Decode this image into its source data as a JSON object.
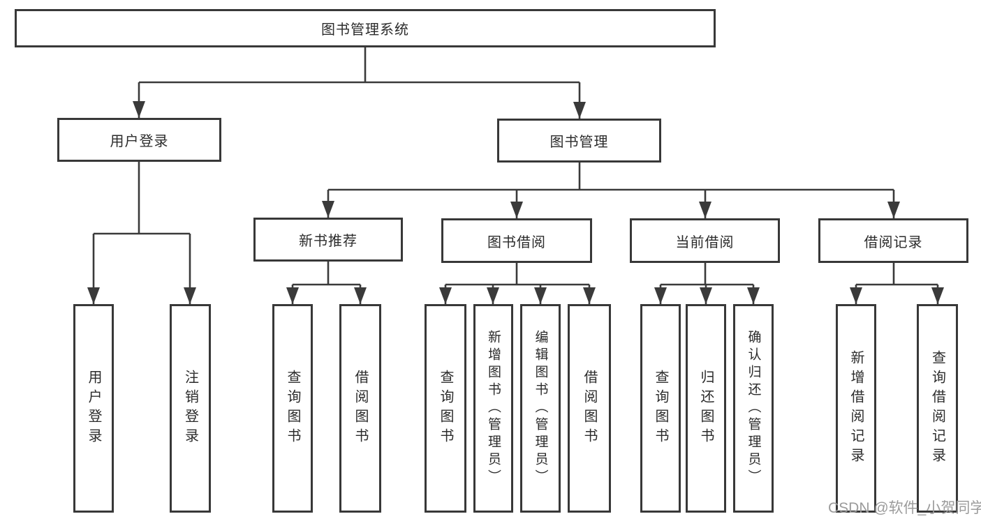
{
  "colors": {
    "background": "#ffffff",
    "line": "#3a3a3a",
    "box_border": "#383838",
    "text": "#2b2b2b",
    "watermark": "#9b9b9b"
  },
  "watermark": "CSDN @软件_小贺同学",
  "diagram": {
    "type": "tree",
    "root": {
      "label": "图书管理系统",
      "children": [
        {
          "label": "用户登录",
          "children": [
            {
              "label": "用户登录"
            },
            {
              "label": "注销登录"
            }
          ]
        },
        {
          "label": "图书管理",
          "children": [
            {
              "label": "新书推荐",
              "children": [
                {
                  "label": "查询图书"
                },
                {
                  "label": "借阅图书"
                }
              ]
            },
            {
              "label": "图书借阅",
              "children": [
                {
                  "label": "查询图书"
                },
                {
                  "label": "新增图书（管理员）"
                },
                {
                  "label": "编辑图书（管理员）"
                },
                {
                  "label": "借阅图书"
                }
              ]
            },
            {
              "label": "当前借阅",
              "children": [
                {
                  "label": "查询图书"
                },
                {
                  "label": "归还图书"
                },
                {
                  "label": "确认归还（管理员）"
                }
              ]
            },
            {
              "label": "借阅记录",
              "children": [
                {
                  "label": "新增借阅记录"
                },
                {
                  "label": "查询借阅记录"
                }
              ]
            }
          ]
        }
      ]
    }
  }
}
